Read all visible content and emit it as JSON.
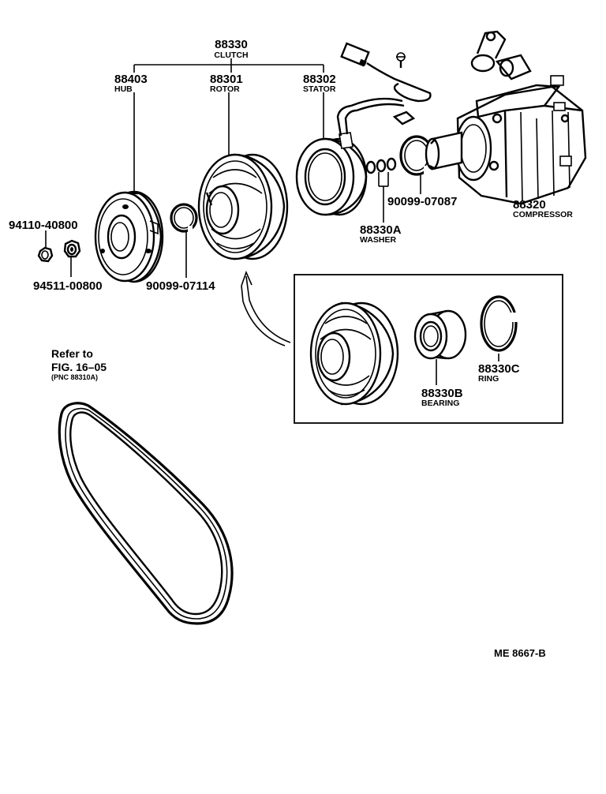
{
  "labels": {
    "clutch": {
      "pn": "88330",
      "name": "CLUTCH"
    },
    "hub": {
      "pn": "88403",
      "name": "HUB"
    },
    "rotor": {
      "pn": "88301",
      "name": "ROTOR"
    },
    "stator": {
      "pn": "88302",
      "name": "STATOR"
    },
    "compressor": {
      "pn": "88320",
      "name": "COMPRESSOR"
    },
    "washer": {
      "pn": "88330A",
      "name": "WASHER"
    },
    "snap_ring_stator": {
      "pn": "90099-07087"
    },
    "snap_ring_rotor": {
      "pn": "90099-07114"
    },
    "nut_a": {
      "pn": "94110-40800"
    },
    "nut_b": {
      "pn": "94511-00800"
    },
    "bearing": {
      "pn": "88330B",
      "name": "BEARING"
    },
    "ring": {
      "pn": "88330C",
      "name": "RING"
    },
    "belt_ref": {
      "line1": "Refer to",
      "line2": "FIG. 16–05",
      "line3": "(PNC 88310A)"
    },
    "drawing_id": "ME 8667-B"
  }
}
